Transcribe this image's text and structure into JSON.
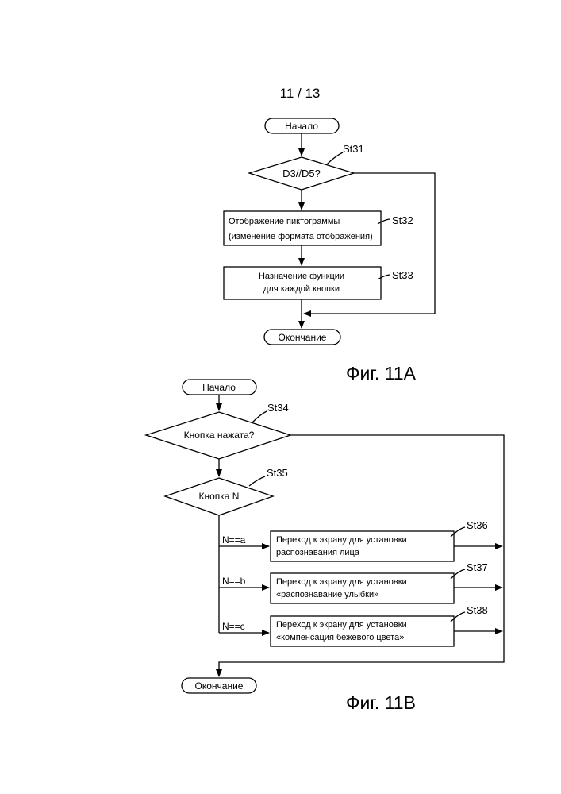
{
  "page_number": "11 / 13",
  "fig_a": {
    "caption": "Фиг. 11А",
    "start": "Начало",
    "end": "Окончание",
    "st31": {
      "step": "St31",
      "condition": "D3//D5?"
    },
    "st32": {
      "step": "St32",
      "line1": "Отображение пиктограммы",
      "line2": "(изменение формата отображения)"
    },
    "st33": {
      "step": "St33",
      "line1": "Назначение функции",
      "line2": "для каждой кнопки"
    }
  },
  "fig_b": {
    "caption": "Фиг. 11В",
    "start": "Начало",
    "end": "Окончание",
    "st34": {
      "step": "St34",
      "condition": "Кнопка нажата?"
    },
    "st35": {
      "step": "St35",
      "condition": "Кнопка N"
    },
    "branches": [
      {
        "step": "St36",
        "label": "N==a",
        "line1": "Переход к экрану для установки",
        "line2": "распознавания лица"
      },
      {
        "step": "St37",
        "label": "N==b",
        "line1": "Переход к экрану для установки",
        "line2": "«распознавание улыбки»"
      },
      {
        "step": "St38",
        "label": "N==c",
        "line1": "Переход к экрану для установки",
        "line2": "«компенсация бежевого цвета»"
      }
    ]
  }
}
